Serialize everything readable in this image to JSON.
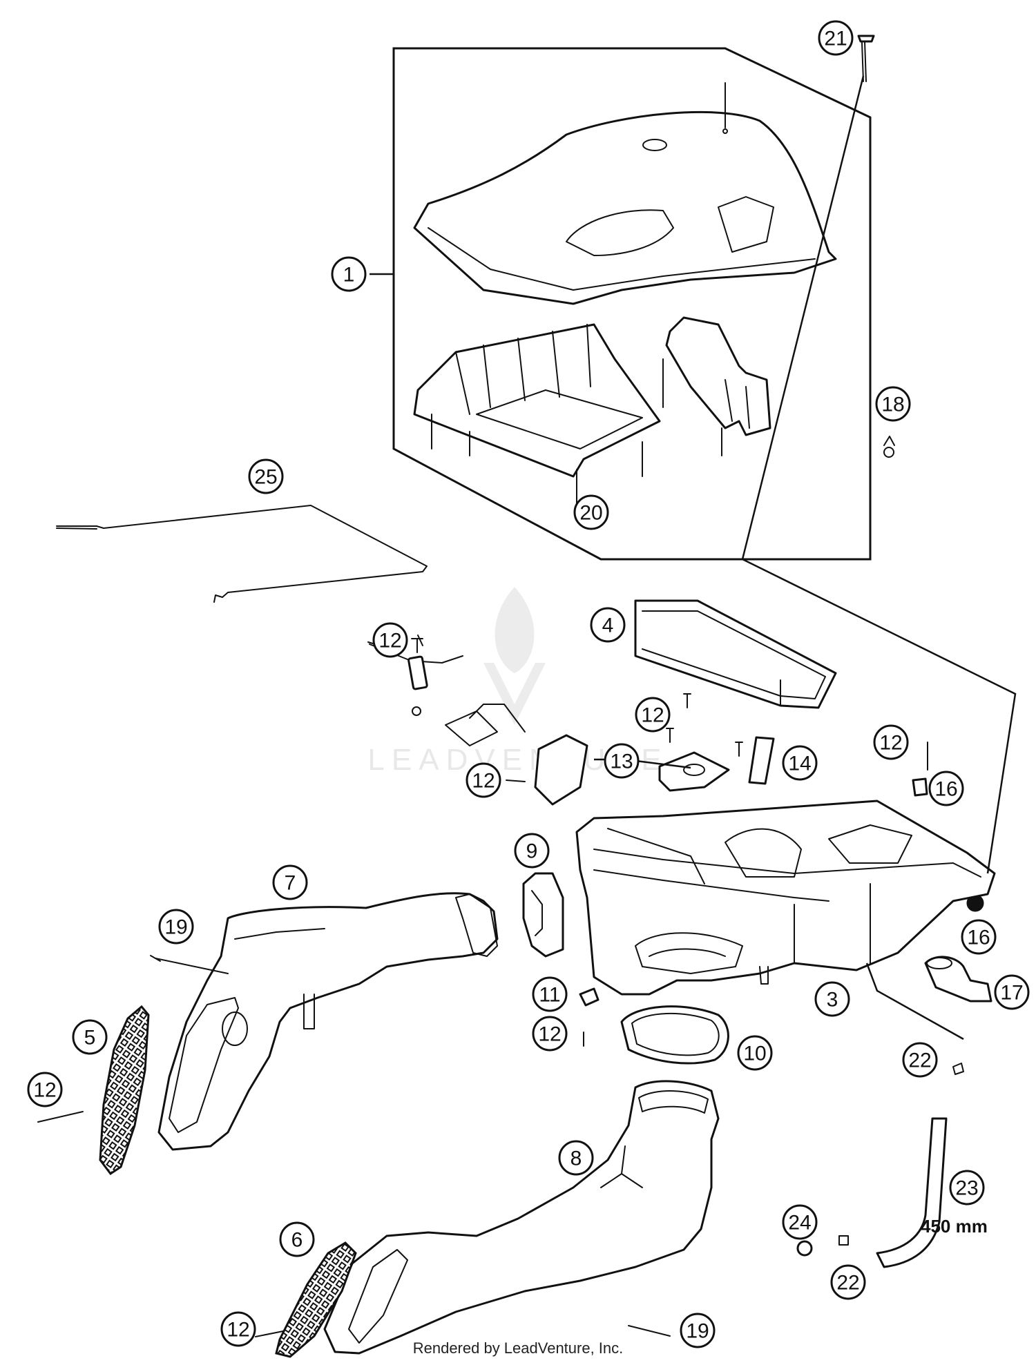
{
  "callouts": [
    {
      "id": "1",
      "label": "1"
    },
    {
      "id": "3",
      "label": "3"
    },
    {
      "id": "4",
      "label": "4"
    },
    {
      "id": "5",
      "label": "5"
    },
    {
      "id": "6",
      "label": "6"
    },
    {
      "id": "7",
      "label": "7"
    },
    {
      "id": "8",
      "label": "8"
    },
    {
      "id": "9",
      "label": "9"
    },
    {
      "id": "10",
      "label": "10"
    },
    {
      "id": "11",
      "label": "11"
    },
    {
      "id": "12",
      "label": "12"
    },
    {
      "id": "13",
      "label": "13"
    },
    {
      "id": "14",
      "label": "14"
    },
    {
      "id": "16",
      "label": "16"
    },
    {
      "id": "17",
      "label": "17"
    },
    {
      "id": "18",
      "label": "18"
    },
    {
      "id": "19",
      "label": "19"
    },
    {
      "id": "20",
      "label": "20"
    },
    {
      "id": "21",
      "label": "21"
    },
    {
      "id": "22",
      "label": "22"
    },
    {
      "id": "23",
      "label": "23"
    },
    {
      "id": "24",
      "label": "24"
    },
    {
      "id": "25",
      "label": "25"
    }
  ],
  "hose_length": "450 mm",
  "footer": "Rendered by LeadVenture, Inc.",
  "watermark": "LEADVENTURE"
}
